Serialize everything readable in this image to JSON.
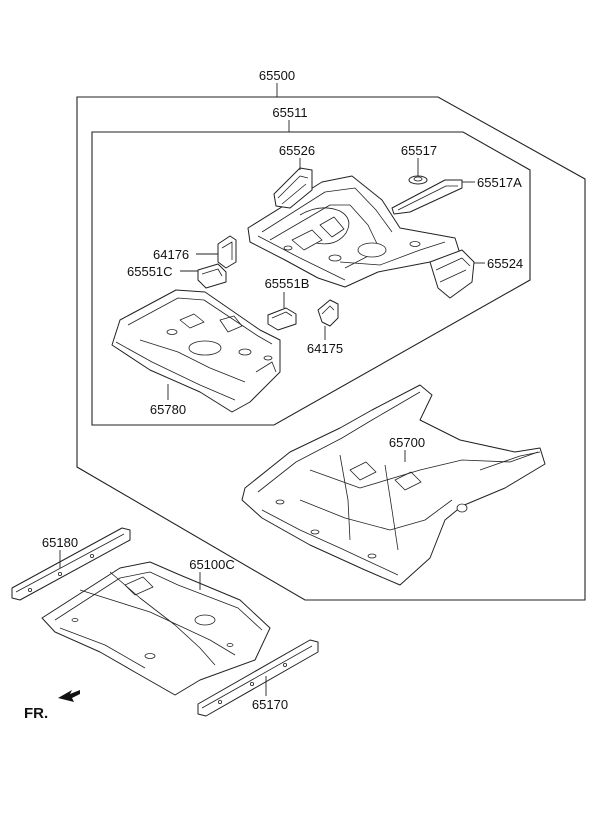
{
  "labels": {
    "assembly": "65500",
    "sub_assembly": "65511",
    "rear_pan_tray": "65526",
    "bracket_small": "65517",
    "bracket_a": "65517A",
    "side_member_rear": "65524",
    "bracket_upper_left": "64176",
    "bracket_c": "65551C",
    "bracket_b": "65551B",
    "bracket_center": "64175",
    "rear_cross_panel": "65780",
    "rear_floor_frame": "65700",
    "sill_left": "65180",
    "center_floor": "65100C",
    "sill_right": "65170"
  },
  "orientation": {
    "label": "FR."
  }
}
